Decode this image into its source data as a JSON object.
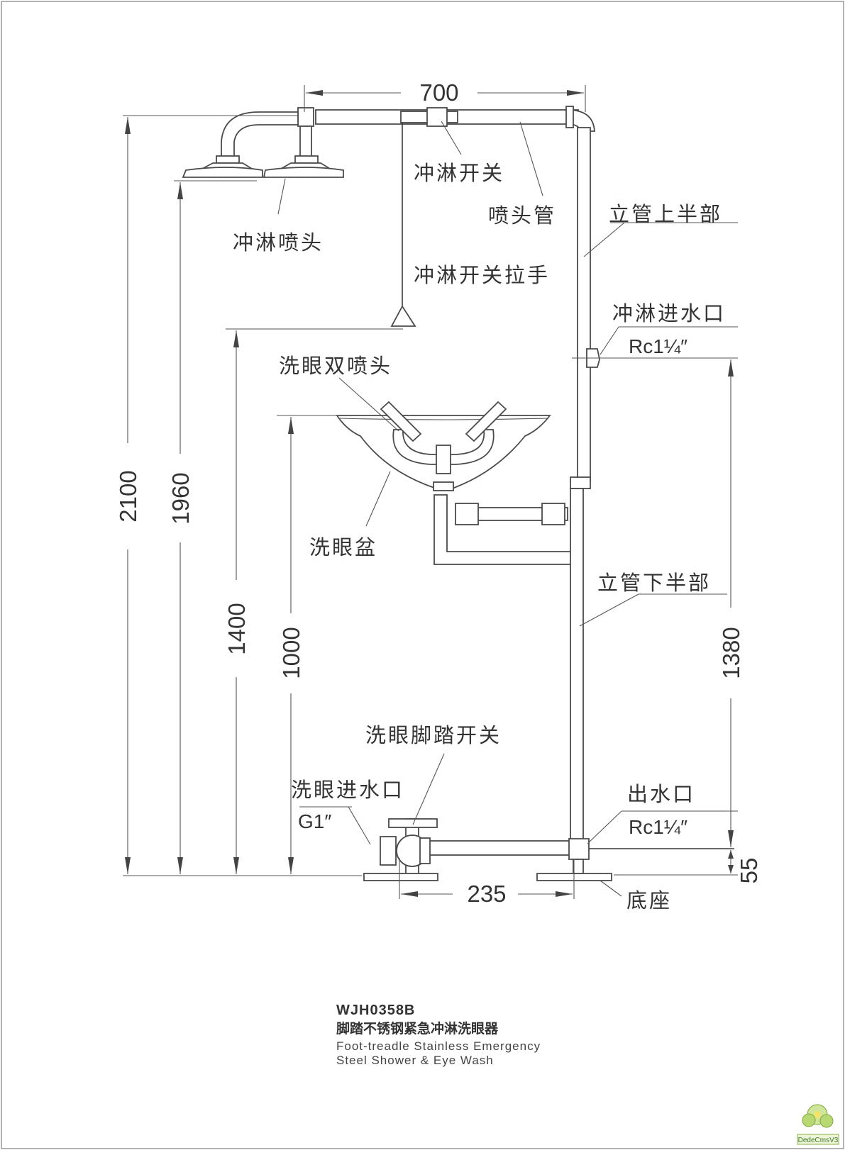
{
  "title": {
    "model": "WJH0358B",
    "name_cn": "脚踏不锈钢紧急冲淋洗眼器",
    "name_en_1": "Foot-treadle Stainless Emergency",
    "name_en_2": "Steel Shower & Eye Wash"
  },
  "labels": {
    "shower_switch": "冲淋开关",
    "nozzle_pipe": "喷头管",
    "riser_upper": "立管上半部",
    "shower_head": "冲淋喷头",
    "shower_pull": "冲淋开关拉手",
    "shower_inlet": "冲淋进水口",
    "shower_inlet_spec": "Rc1¼″",
    "eyewash_heads": "洗眼双喷头",
    "eyewash_bowl": "洗眼盆",
    "riser_lower": "立管下半部",
    "foot_switch": "洗眼脚踏开关",
    "eyewash_inlet": "洗眼进水口",
    "eyewash_inlet_spec": "G1″",
    "outlet": "出水口",
    "outlet_spec": "Rc1¼″",
    "base": "底座"
  },
  "dimensions": {
    "width_top": "700",
    "height_total": "2100",
    "height_showerhead": "1960",
    "height_pull": "1400",
    "height_bowl": "1000",
    "height_shower_inlet": "1380",
    "height_outlet": "55",
    "width_bottom": "235"
  },
  "watermark": "DedeCmsV3"
}
